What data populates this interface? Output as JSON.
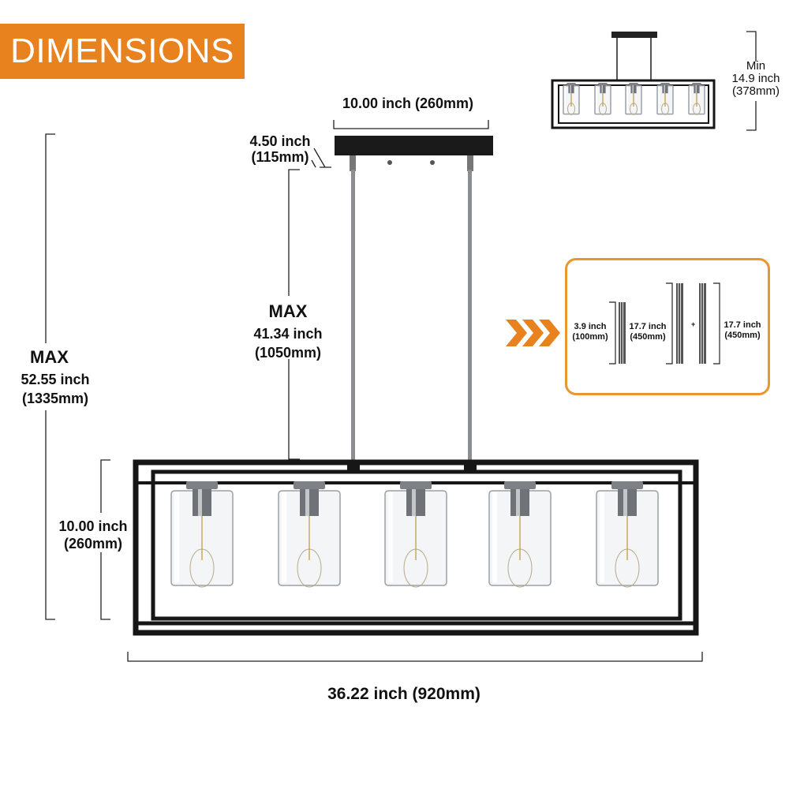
{
  "title": "DIMENSIONS",
  "canopy_width": "10.00 inch (260mm)",
  "canopy_depth": {
    "inch": "4.50 inch",
    "mm": "(115mm)"
  },
  "max_rod_height": {
    "label": "MAX",
    "inch": "41.34 inch",
    "mm": "(1050mm)"
  },
  "max_total_height": {
    "label": "MAX",
    "inch": "52.55 inch",
    "mm": "(1335mm)"
  },
  "fixture_height": {
    "inch": "10.00 inch",
    "mm": "(260mm)"
  },
  "fixture_width": "36.22 inch (920mm)",
  "min_height": {
    "label": "Min",
    "inch": "14.9 inch",
    "mm": "(378mm)"
  },
  "extension_rods": {
    "rod1": {
      "inch": "3.9 inch",
      "mm": "(100mm)"
    },
    "rod2": {
      "inch": "17.7 inch",
      "mm": "(450mm)"
    },
    "plus": "+",
    "rod3": {
      "inch": "17.7 inch",
      "mm": "(450mm)"
    }
  },
  "colors": {
    "accent": "#E8821E",
    "frame": "#161616",
    "nickel": "#8a8d91"
  }
}
